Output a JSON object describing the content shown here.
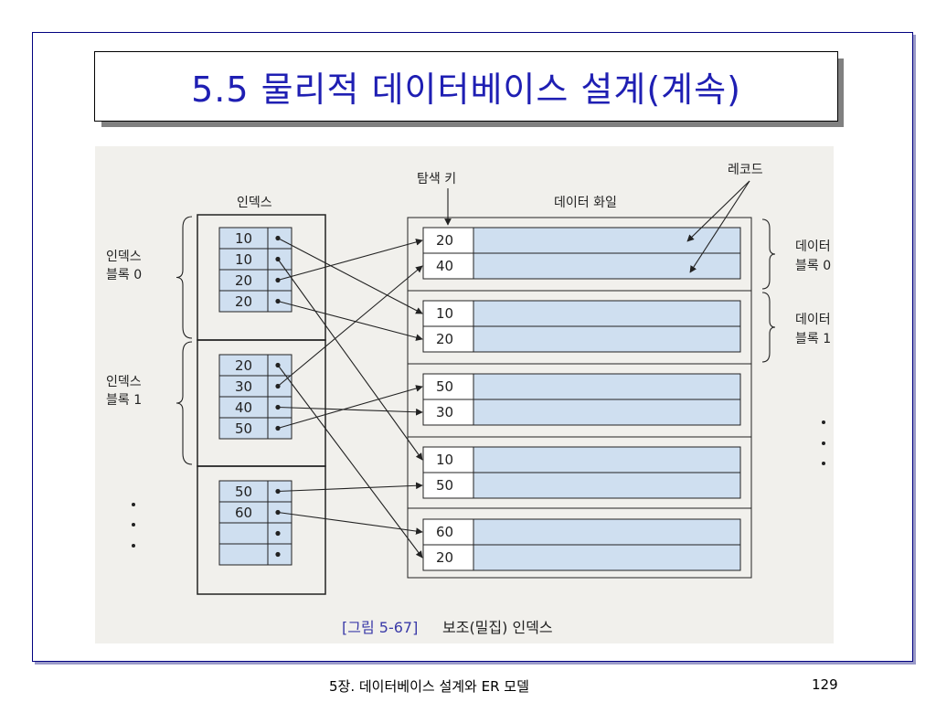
{
  "slide": {
    "title": "5.5 물리적 데이터베이스 설계(계속)",
    "footer": "5장. 데이터베이스 설계와 ER 모델",
    "page_number": "129"
  },
  "figure": {
    "index_label": "인덱스",
    "search_key_label": "탐색 키",
    "data_file_label": "데이터 화일",
    "record_label": "레코드",
    "index_block_labels": [
      [
        "인덱스",
        "블록 0"
      ],
      [
        "인덱스",
        "블록 1"
      ]
    ],
    "data_block_labels": [
      [
        "데이터",
        "블록 0"
      ],
      [
        "데이터",
        "블록 1"
      ]
    ],
    "caption_number": "[그림 5-67]",
    "caption_text": "보조(밀집) 인덱스",
    "index_blocks": [
      [
        "10",
        "10",
        "20",
        "20"
      ],
      [
        "20",
        "30",
        "40",
        "50"
      ],
      [
        "50",
        "60",
        "",
        ""
      ]
    ],
    "data_blocks": [
      [
        "20",
        "40"
      ],
      [
        "10",
        "20"
      ],
      [
        "50",
        "30"
      ],
      [
        "10",
        "50"
      ],
      [
        "60",
        "20"
      ]
    ],
    "pointers": [
      {
        "from": [
          0,
          0
        ],
        "to": [
          1,
          0
        ]
      },
      {
        "from": [
          0,
          1
        ],
        "to": [
          3,
          0
        ]
      },
      {
        "from": [
          0,
          2
        ],
        "to": [
          0,
          0
        ]
      },
      {
        "from": [
          0,
          3
        ],
        "to": [
          1,
          1
        ]
      },
      {
        "from": [
          1,
          0
        ],
        "to": [
          4,
          1
        ]
      },
      {
        "from": [
          1,
          1
        ],
        "to": [
          0,
          1
        ]
      },
      {
        "from": [
          1,
          2
        ],
        "to": [
          2,
          1
        ]
      },
      {
        "from": [
          1,
          3
        ],
        "to": [
          2,
          0
        ]
      },
      {
        "from": [
          2,
          0
        ],
        "to": [
          3,
          1
        ]
      },
      {
        "from": [
          2,
          1
        ],
        "to": [
          4,
          0
        ]
      }
    ]
  }
}
